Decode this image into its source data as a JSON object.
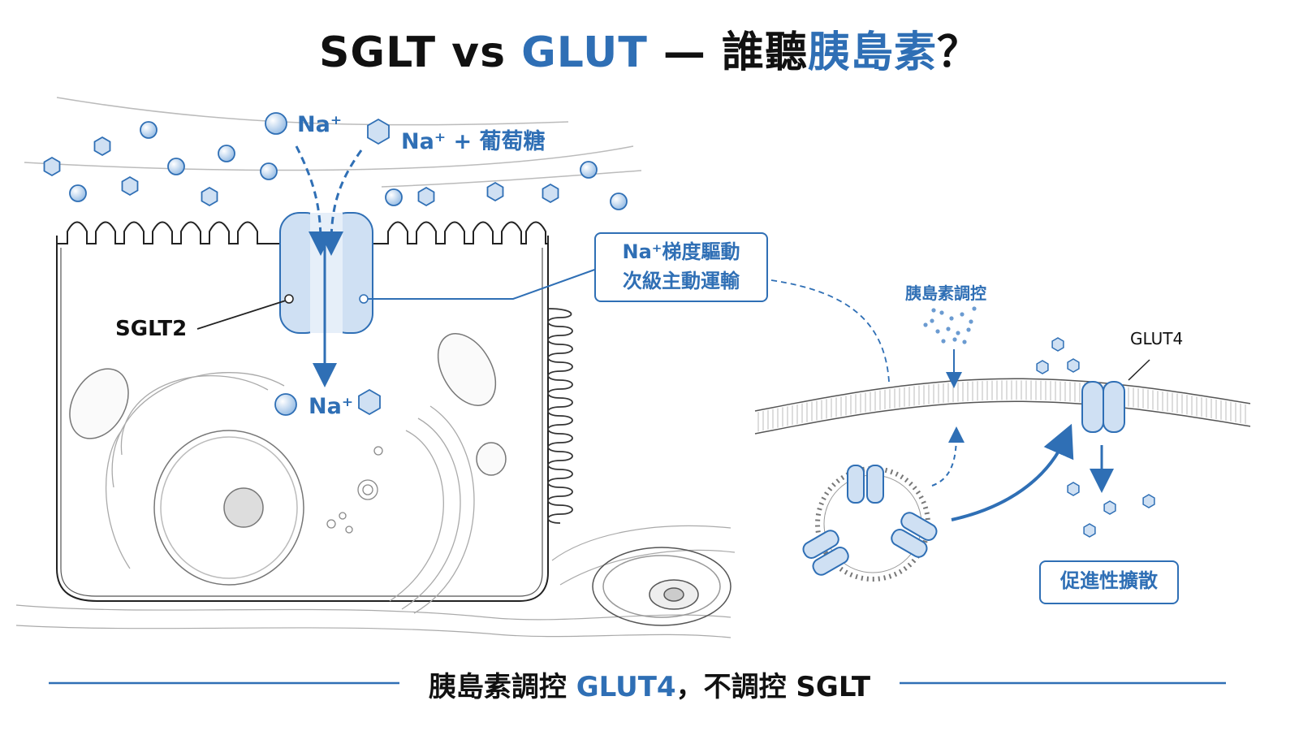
{
  "title": {
    "part1": "SGLT vs ",
    "part2": "GLUT",
    "part3": " — 誰聽",
    "part4": "胰島素",
    "part5": "？"
  },
  "cell": {
    "na_top": "Na⁺",
    "na_glucose": "Na⁺ + 葡萄糖",
    "sglt2": "SGLT2",
    "na_inside": "Na⁺",
    "gradient_line1": "Na⁺梯度驅動",
    "gradient_line2": "次級主動運輸"
  },
  "membrane": {
    "insulin_label": "胰島素調控",
    "glut4_label": "GLUT4",
    "facilitated": "促進性擴散"
  },
  "footer": {
    "part1": "胰島素調控 ",
    "part2": "GLUT4",
    "part3": "，不調控 SGLT"
  },
  "colors": {
    "accent": "#2f6fb5",
    "light": "#cfe0f3",
    "ink": "#222222"
  }
}
